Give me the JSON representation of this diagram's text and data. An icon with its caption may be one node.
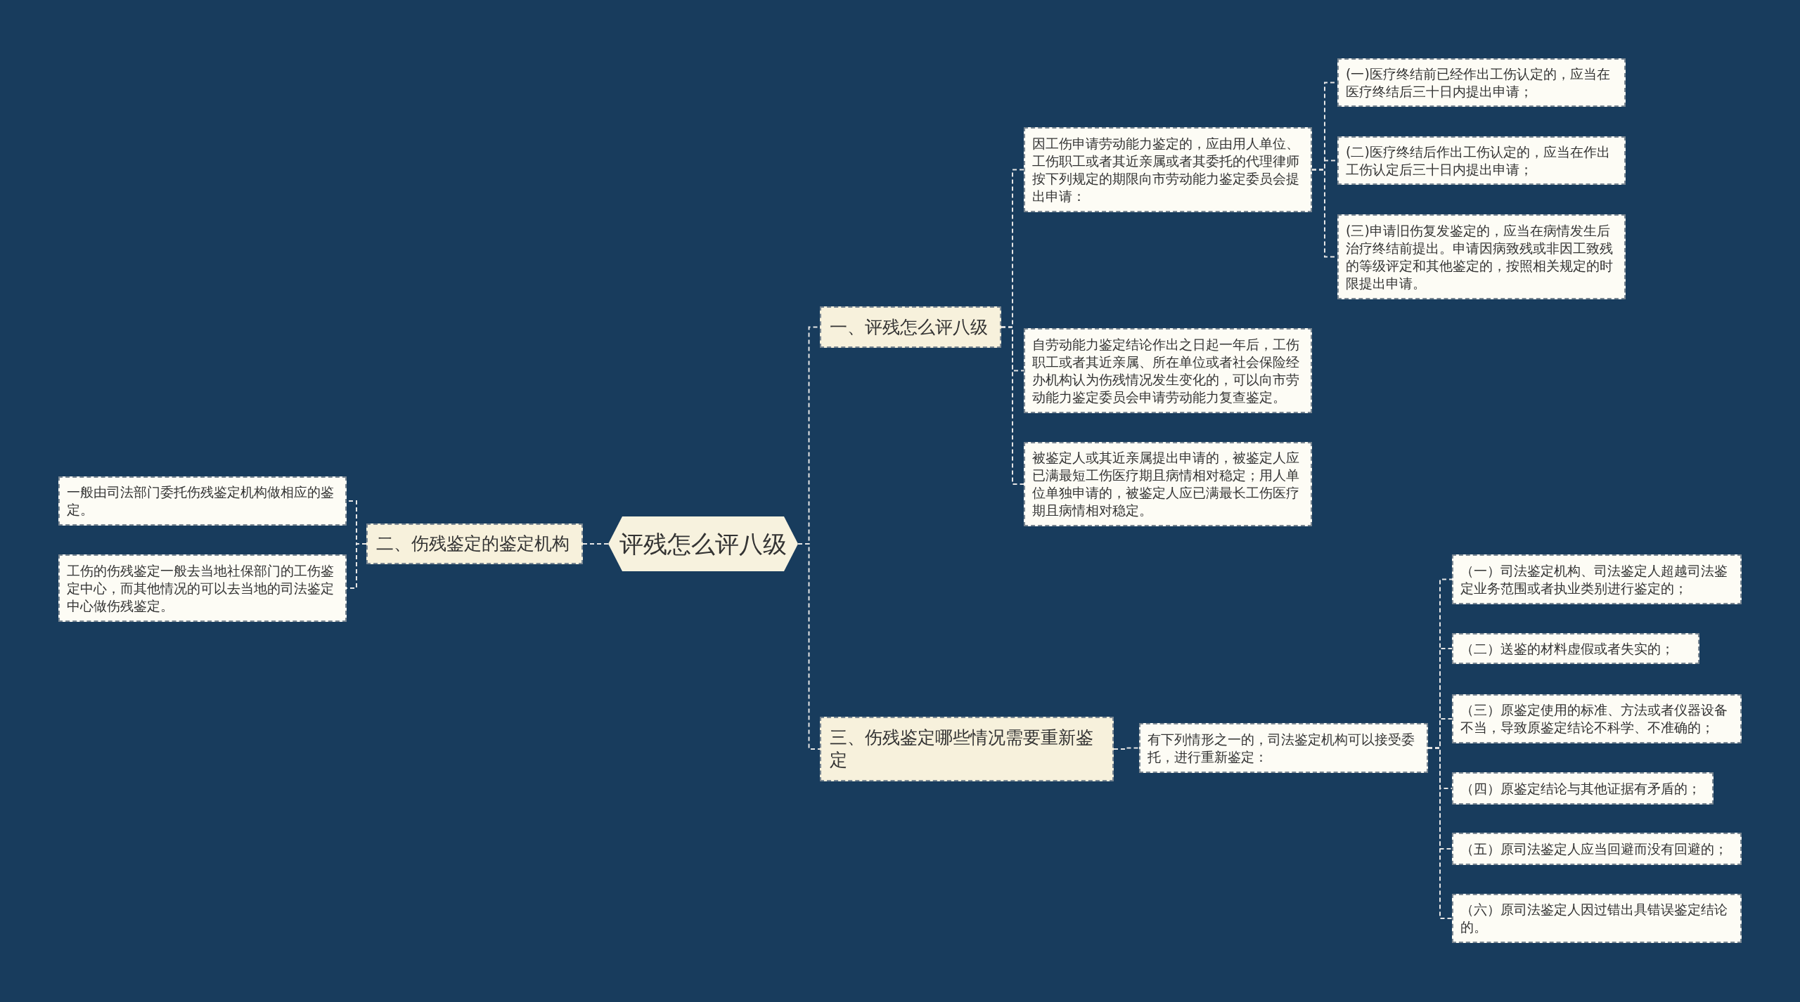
{
  "diagram": {
    "nodes": [
      {
        "text": [
          "评残怎么评八级"
        ]
      },
      {
        "text": [
          "一、评残怎么评八级"
        ]
      },
      {
        "text": [
          "因工伤申请劳动能力鉴定的，应由用人单位、工伤职工或者其近亲属或者其委托的代理律师按下列规定的期限向市劳动能力鉴定委员会提出申请："
        ]
      },
      {
        "text": [
          "(一)医疗终结前已经作出工伤认定的，应当在医疗终结后三十日内提出申请；"
        ]
      },
      {
        "text": [
          "(二)医疗终结后作出工伤认定的，应当在作出工伤认定后三十日内提出申请；"
        ]
      },
      {
        "text": [
          "(三)申请旧伤复发鉴定的，应当在病情发生后治疗终结前提出。申请因病致残或非因工致残的等级评定和其他鉴定的，按照相关规定的时限提出申请。"
        ]
      },
      {
        "text": [
          "自劳动能力鉴定结论作出之日起一年后，工伤职工或者其近亲属、所在单位或者社会保险经办机构认为伤残情况发生变化的，可以向市劳动能力鉴定委员会申请劳动能力复查鉴定。"
        ]
      },
      {
        "text": [
          "被鉴定人或其近亲属提出申请的，被鉴定人应已满最短工伤医疗期且病情相对稳定；用人单位单独申请的，被鉴定人应已满最长工伤医疗期且病情相对稳定。"
        ]
      },
      {
        "text": [
          "二、伤残鉴定的鉴定机构"
        ]
      },
      {
        "text": [
          "一般由司法部门委托伤残鉴定机构做相应的鉴定。"
        ]
      },
      {
        "text": [
          "工伤的伤残鉴定一般去当地社保部门的工伤鉴定中心，而其他情况的可以去当地的司法鉴定中心做伤残鉴定。"
        ]
      },
      {
        "text": [
          "三、伤残鉴定哪些情况需要重新鉴定"
        ]
      },
      {
        "text": [
          "有下列情形之一的，司法鉴定机构可以接受委托，进行重新鉴定："
        ]
      },
      {
        "text": [
          "（一）司法鉴定机构、司法鉴定人超越司法鉴定业务范围或者执业类别进行鉴定的；"
        ]
      },
      {
        "text": [
          "（二）送鉴的材料虚假或者失实的；"
        ]
      },
      {
        "text": [
          "（三）原鉴定使用的标准、方法或者仪器设备不当，导致原鉴定结论不科学、不准确的；"
        ]
      },
      {
        "text": [
          "（四）原鉴定结论与其他证据有矛盾的；"
        ]
      },
      {
        "text": [
          "（五）原司法鉴定人应当回避而没有回避的；"
        ]
      },
      {
        "text": [
          "（六）原司法鉴定人因过错出具错误鉴定结论的。"
        ]
      }
    ],
    "edges": [
      {
        "from": 0,
        "to": 1,
        "arrow": "none"
      },
      {
        "from": 1,
        "to": 2,
        "arrow": "none"
      },
      {
        "from": 2,
        "to": 3,
        "arrow": "none"
      },
      {
        "from": 2,
        "to": 4,
        "arrow": "none"
      },
      {
        "from": 2,
        "to": 5,
        "arrow": "none"
      },
      {
        "from": 1,
        "to": 6,
        "arrow": "none"
      },
      {
        "from": 1,
        "to": 7,
        "arrow": "none"
      },
      {
        "from": 0,
        "to": 8,
        "arrow": "none"
      },
      {
        "from": 8,
        "to": 9,
        "arrow": "none"
      },
      {
        "from": 8,
        "to": 10,
        "arrow": "none"
      },
      {
        "from": 0,
        "to": 11,
        "arrow": "none"
      },
      {
        "from": 11,
        "to": 12,
        "arrow": "none"
      },
      {
        "from": 12,
        "to": 13,
        "arrow": "none"
      },
      {
        "from": 12,
        "to": 14,
        "arrow": "none"
      },
      {
        "from": 12,
        "to": 15,
        "arrow": "none"
      },
      {
        "from": 12,
        "to": 16,
        "arrow": "none"
      },
      {
        "from": 12,
        "to": 17,
        "arrow": "none"
      },
      {
        "from": 12,
        "to": 18,
        "arrow": "none"
      }
    ]
  }
}
